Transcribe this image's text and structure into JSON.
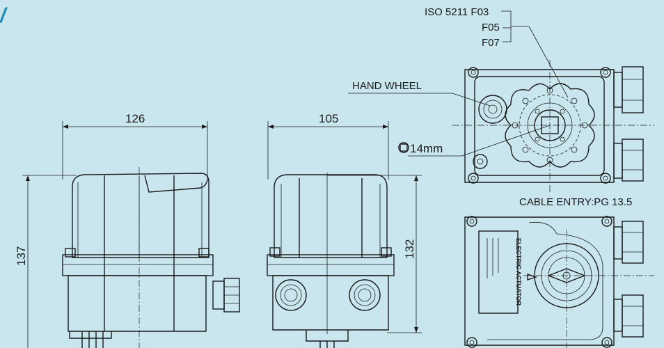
{
  "corner_mark": "/",
  "dimensions": {
    "front_width": "126",
    "front_height": "137",
    "side_width": "105",
    "side_height": "132"
  },
  "labels": {
    "iso": "ISO 5211 F03",
    "f05": "F05",
    "f07": "F07",
    "hand_wheel": "HAND WHEEL",
    "square_drive": "14mm",
    "cable_entry": "CABLE ENTRY:PG 13.5",
    "nameplate_title": "ELECTRIC ACTUATOR"
  },
  "colors": {
    "background": "#c9e6ee",
    "accent": "#1f8fb3",
    "body_fill": "#d7d7d7",
    "line": "#1a1a1a"
  }
}
